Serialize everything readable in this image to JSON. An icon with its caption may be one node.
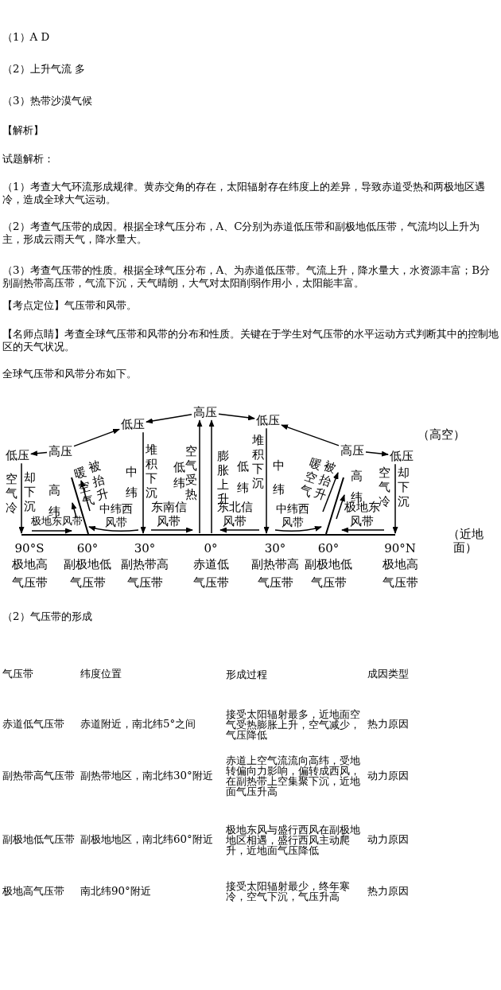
{
  "diagram": {
    "nodes": [
      {
        "text": [
          "低压"
        ]
      },
      {
        "text": [
          "高压"
        ]
      },
      {
        "text": [
          "低压"
        ]
      },
      {
        "text": [
          "高压"
        ]
      },
      {
        "text": [
          "低压"
        ]
      },
      {
        "text": [
          "高压"
        ]
      },
      {
        "text": [
          "低压"
        ]
      },
      {
        "text": [],
        "shape": "bar"
      }
    ],
    "edges": [
      {
        "from": 3,
        "to": 2,
        "arrow": "to"
      },
      {
        "from": 3,
        "to": 4,
        "arrow": "to"
      },
      {
        "from": 1,
        "to": 2,
        "arrow": "to"
      },
      {
        "from": 1,
        "to": 0,
        "arrow": "to"
      },
      {
        "from": 5,
        "to": 4,
        "arrow": "to"
      },
      {
        "from": 5,
        "to": 6,
        "arrow": "to"
      },
      {
        "from": 7,
        "to": 3,
        "arrow": "to"
      },
      {
        "from": 7,
        "to": 3,
        "arrow": "to"
      },
      {
        "from": 2,
        "to": 7,
        "arrow": "to"
      },
      {
        "from": 4,
        "to": 7,
        "arrow": "to"
      },
      {
        "from": 0,
        "to": 7,
        "arrow": "to"
      },
      {
        "from": 6,
        "to": 7,
        "arrow": "to"
      }
    ],
    "labels": [
      "（1）A D",
      "（2）上升气流 多",
      "（3）热带沙漠气候",
      "【解析】",
      "试题解析：",
      "（1）考查大气环流形成规律。黄赤交角的存在，太阳辐射存在纬度上的差异，导致赤道受热和两极地区遇冷，造成全球大气运动。",
      "（2）考查气压带的成因。根据全球气压分布，A、C分别为赤道低压带和副极地低压带，气流均以上升为主，形成云雨天气，降水量大。",
      "（3）考查气压带的性质。根据全球气压分布，A、为赤道低压带。气流上升，降水量大，水资源丰富；B分别副热带高压带，气流下沉，天气晴朗，大气对太阳削弱作用小，太阳能丰富。",
      "【考点定位】气压带和风带。",
      "【名师点睛】考查全球气压带和风带的分布和性质。关键在于学生对气压带的水平运动方式判断其中的控制地区的天气状况。",
      "全球气压带和风带分布如下。",
      "（高空）",
      "空气冷",
      "却下沉",
      "高纬",
      "暖空气",
      "被抬升",
      "中纬",
      "堆积下沉",
      "低纬",
      "空气受热",
      "膨胀上升",
      "低纬",
      "堆积下沉",
      "中纬",
      "暖空气",
      "被抬升",
      "高纬",
      "空气冷",
      "却下沉",
      "极地东风带",
      "中纬西风带",
      "东南信风带",
      "东北信风带",
      "中纬西风带",
      "极地东风带",
      "（近地面）",
      "90°S",
      "60°",
      "30°",
      "0°",
      "30°",
      "60°",
      "90°N",
      "极地高气压带",
      "副极地低气压带",
      "副热带高气压带",
      "赤道低气压带",
      "副热带高气压带",
      "副极地低气压带",
      "极地高气压带",
      "（2）气压带的形成",
      "气压带",
      "纬度位置",
      "形成过程",
      "成因类型",
      "赤道低气压带",
      "赤道附近，南北纬5°之间",
      "接受太阳辐射最多，近地面空气受热膨胀上升，空气减少，气压降低",
      "热力原因",
      "副热带高气压带",
      "副热带地区，南北纬30°附近",
      "赤道上空气流流向高纬，受地转偏向力影响，偏转成西风，在副热带上空集聚下沉，近地面气压升高",
      "动力原因",
      "副极地低气压带",
      "副极地地区，南北纬60°附近",
      "极地东风与盛行西风在副极地地区相遇，盛行西风主动爬升，近地面气压降低",
      "动力原因",
      "极地高气压带",
      "南北纬90°附近",
      "接受太阳辐射最少，终年寒冷，空气下沉，气压升高",
      "热力原因"
    ]
  }
}
